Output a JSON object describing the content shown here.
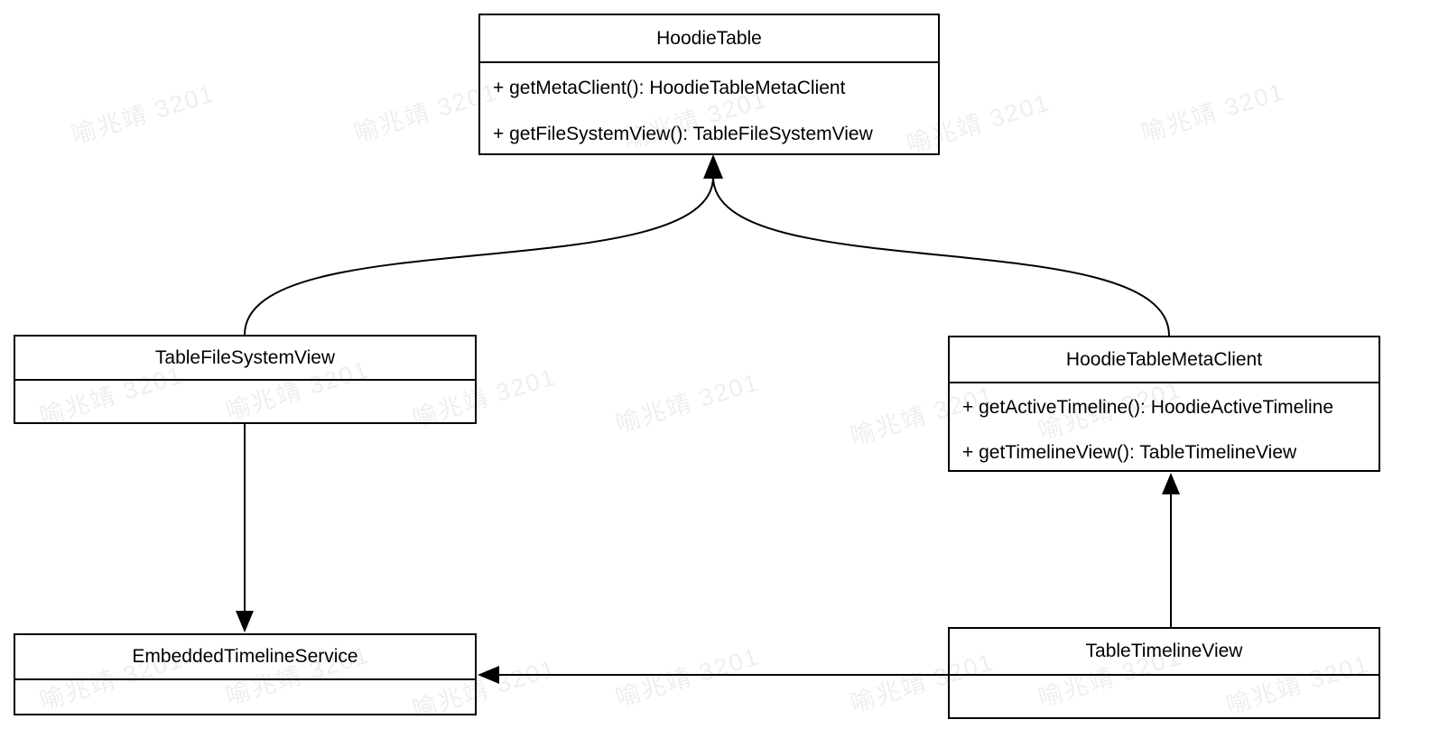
{
  "diagram_type": "uml-class-diagram",
  "colors": {
    "background": "#ffffff",
    "stroke": "#000000",
    "text": "#000000",
    "watermark": "rgba(0,0,0,0.065)"
  },
  "watermark": {
    "text": "喻兆靖 3201"
  },
  "classes": {
    "hoodie_table": {
      "name": "HoodieTable",
      "methods": [
        "+ getMetaClient(): HoodieTableMetaClient",
        "+ getFileSystemView(): TableFileSystemView"
      ]
    },
    "table_file_system_view": {
      "name": "TableFileSystemView",
      "methods": []
    },
    "hoodie_table_meta_client": {
      "name": "HoodieTableMetaClient",
      "methods": [
        "+ getActiveTimeline(): HoodieActiveTimeline",
        "+ getTimelineView(): TableTimelineView"
      ]
    },
    "embedded_timeline_service": {
      "name": "EmbeddedTimelineService",
      "methods": []
    },
    "table_timeline_view": {
      "name": "TableTimelineView",
      "methods": []
    }
  },
  "relations": [
    {
      "from": "TableFileSystemView",
      "to": "HoodieTable",
      "style": "solid-curved-arrow"
    },
    {
      "from": "HoodieTableMetaClient",
      "to": "HoodieTable",
      "style": "solid-curved-arrow"
    },
    {
      "from": "TableFileSystemView",
      "to": "EmbeddedTimelineService",
      "style": "solid-straight-arrow"
    },
    {
      "from": "TableTimelineView",
      "to": "HoodieTableMetaClient",
      "style": "solid-straight-arrow"
    },
    {
      "from": "TableTimelineView",
      "to": "EmbeddedTimelineService",
      "style": "solid-straight-arrow"
    }
  ]
}
